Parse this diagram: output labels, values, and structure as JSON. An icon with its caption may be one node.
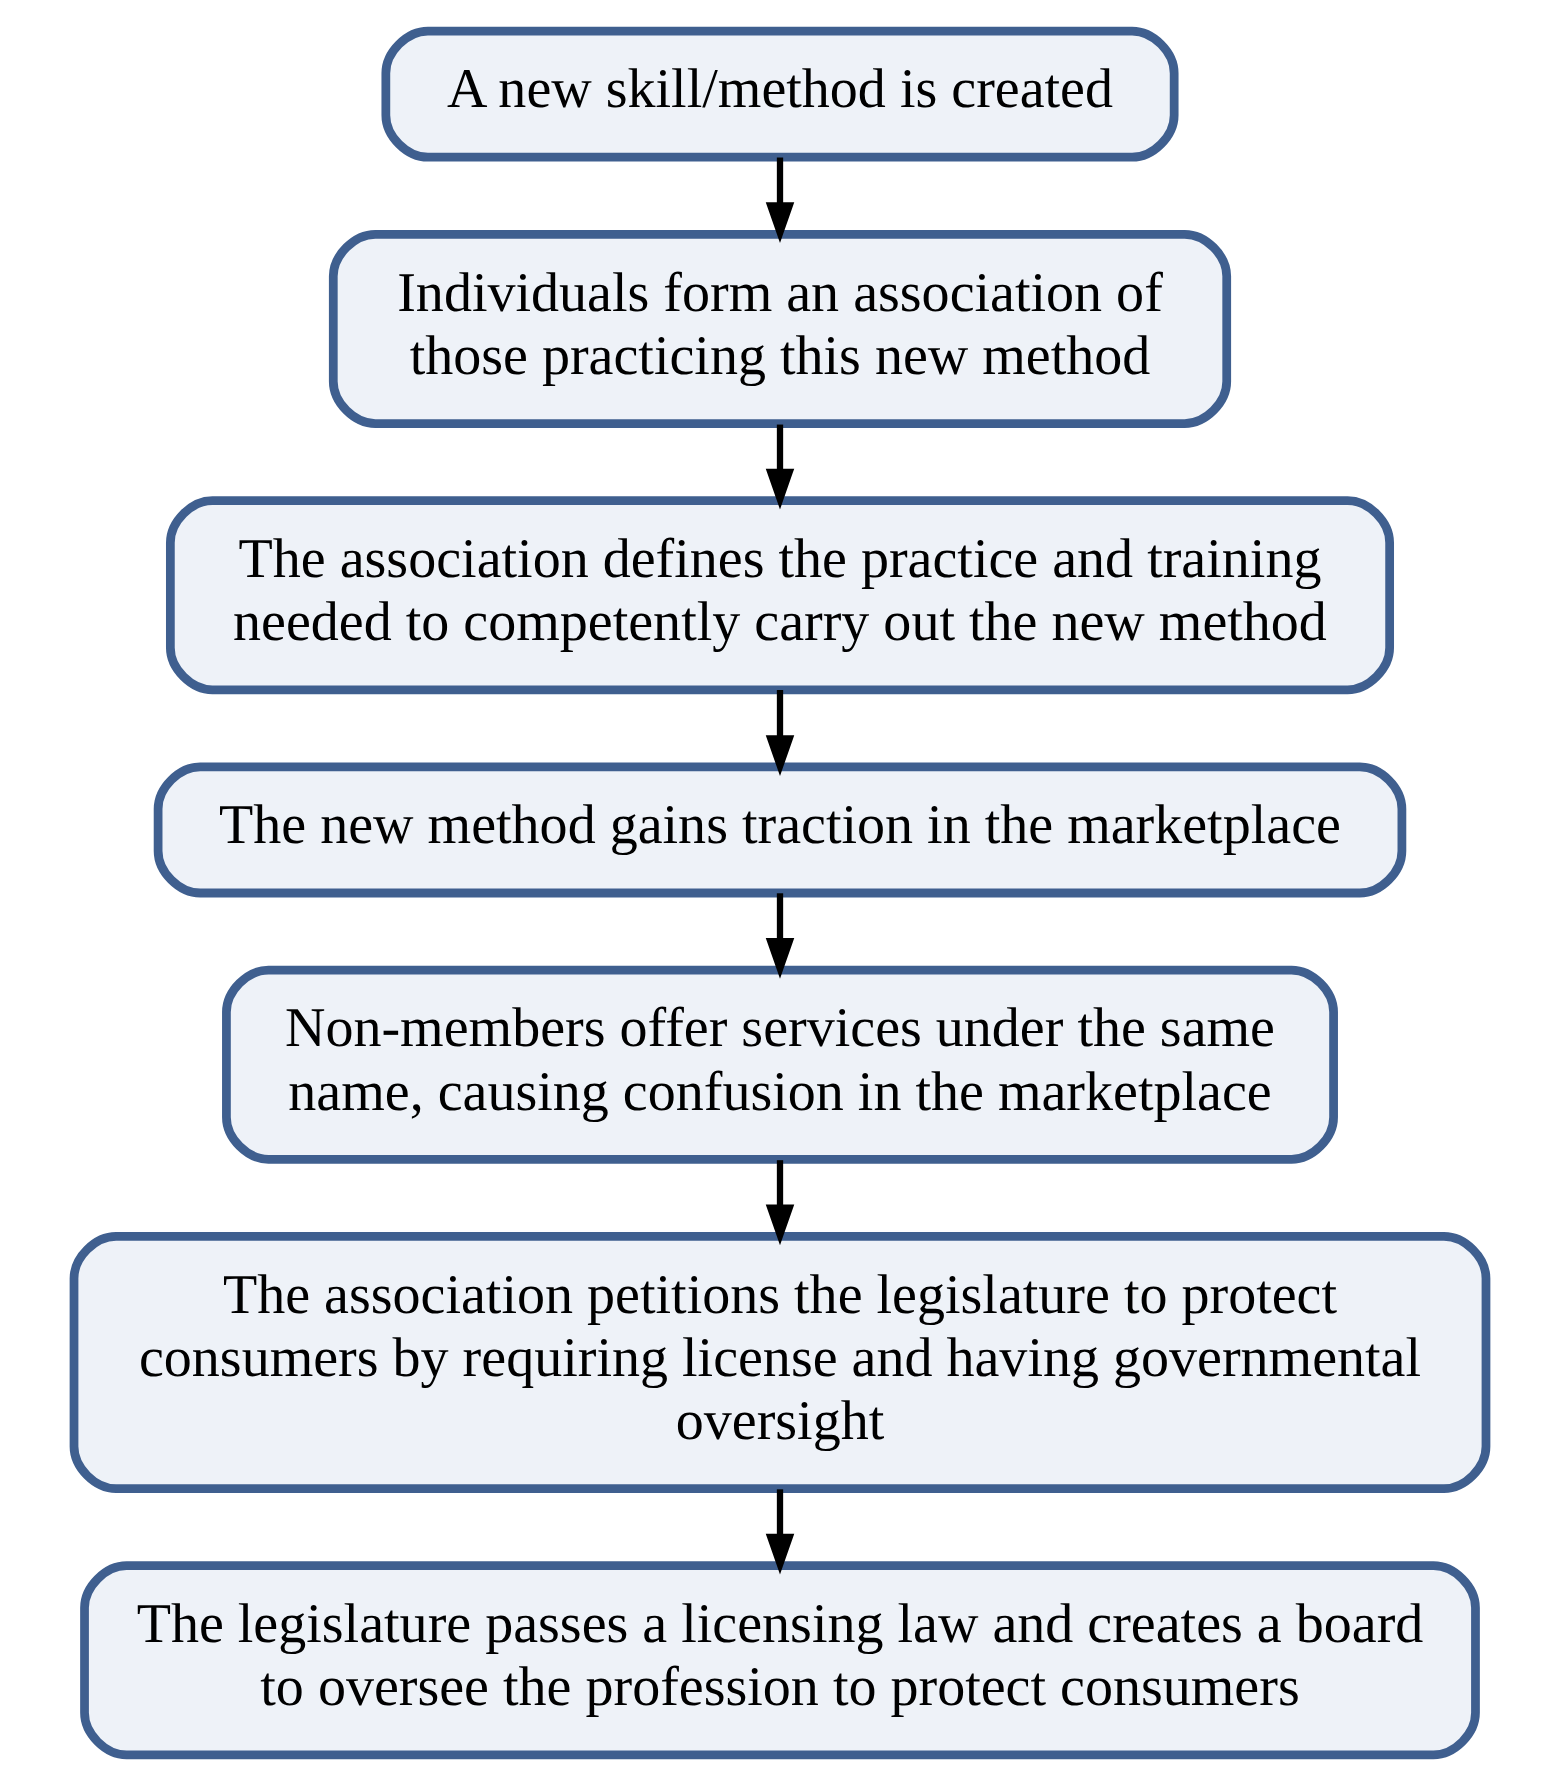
{
  "diagram": {
    "nodes": [
      {
        "text": [
          "A new skill/method is created"
        ]
      },
      {
        "text": [
          "Individuals form an association of those practicing this new method"
        ]
      },
      {
        "text": [
          "The association defines the practice and training needed to competently carry out the new method"
        ]
      },
      {
        "text": [
          "The new method gains traction in the marketplace"
        ]
      },
      {
        "text": [
          "Non-members offer services under the same name, causing confusion in the marketplace"
        ]
      },
      {
        "text": [
          "The association petitions the legislature to protect consumers by requiring license and having governmental oversight"
        ]
      },
      {
        "text": [
          "The legislature passes a licensing law and creates a board to oversee the profession to protect consumers"
        ]
      }
    ],
    "edges": [
      {
        "from": 0,
        "to": 1,
        "arrow": "to"
      },
      {
        "from": 1,
        "to": 2,
        "arrow": "to"
      },
      {
        "from": 2,
        "to": 3,
        "arrow": "to"
      },
      {
        "from": 3,
        "to": 4,
        "arrow": "to"
      },
      {
        "from": 4,
        "to": 5,
        "arrow": "to"
      },
      {
        "from": 5,
        "to": 6,
        "arrow": "to"
      }
    ]
  }
}
